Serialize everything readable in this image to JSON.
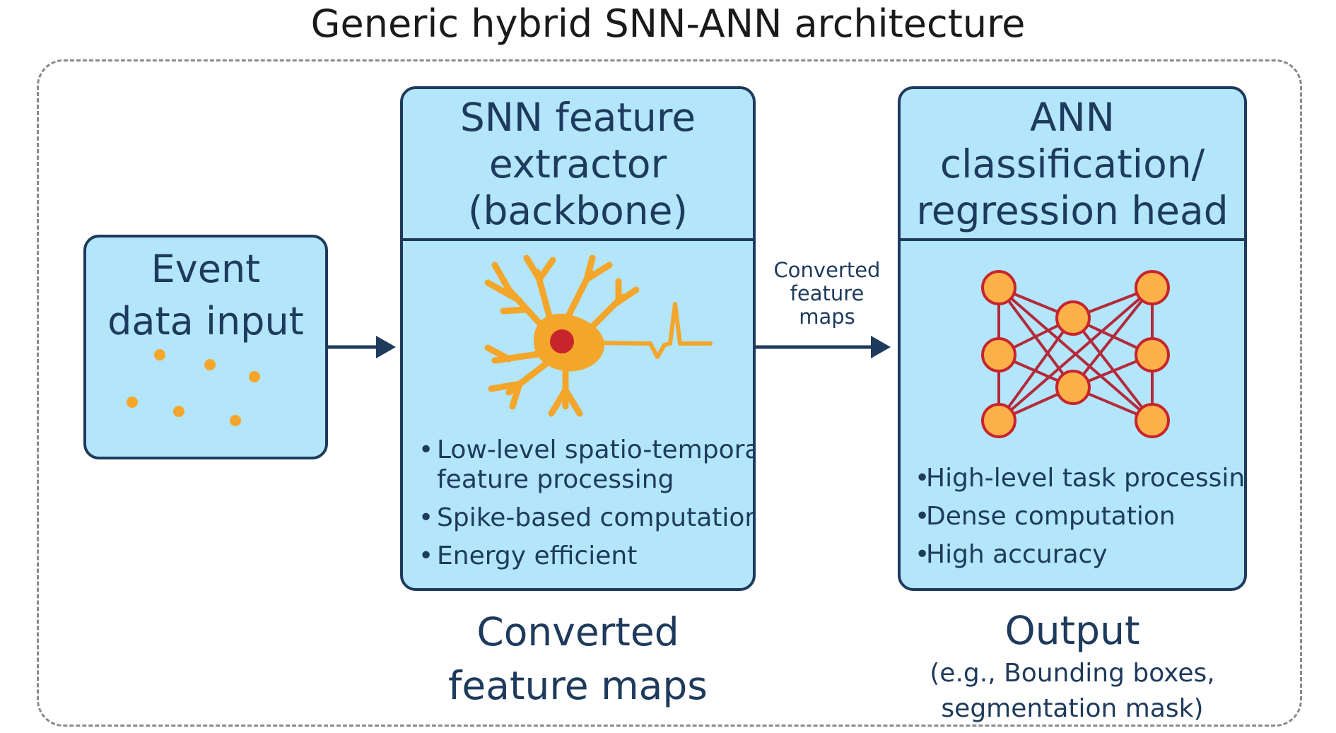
{
  "title": "Generic hybrid SNN-ANN architecture",
  "event_box": {
    "title_lines": [
      "Event",
      "data input"
    ]
  },
  "snn_box": {
    "title_lines": [
      "SNN feature",
      "extractor",
      "(backbone)"
    ],
    "bullets": [
      [
        "Low-level spatio-temporal",
        "feature processing"
      ],
      [
        "Spike-based computation"
      ],
      [
        "Energy efficient"
      ]
    ]
  },
  "ann_box": {
    "title_lines": [
      "ANN",
      "classification/",
      "regression head"
    ],
    "bullets": [
      "High-level task processing",
      "Dense computation",
      "High accuracy"
    ]
  },
  "arrow_label_lines": [
    "Converted",
    "feature",
    "maps"
  ],
  "snn_caption_lines": [
    "Converted",
    "feature maps"
  ],
  "output_caption": {
    "title": "Output",
    "detail_lines": [
      "(e.g., Bounding boxes,",
      "segmentation mask)"
    ]
  },
  "bullet_glyph": "•",
  "colors": {
    "box_fill": "#b3e5fb",
    "box_border": "#1e3a5c",
    "neuron": "#f4a62a",
    "neuron_nucleus": "#c8242c",
    "network_node": "#fbb04a",
    "network_edge": "#b32a3a",
    "frame_dash": "#8a8a8a"
  },
  "icons": {
    "event_points": "scattered-dot-icon",
    "neuron": "neuron-icon",
    "network": "neural-network-icon"
  }
}
